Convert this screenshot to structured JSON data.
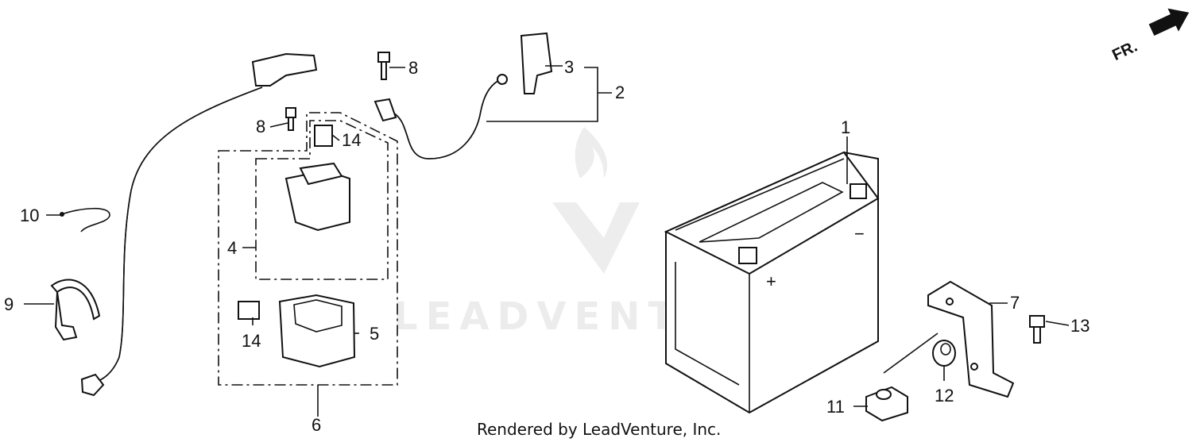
{
  "watermark": {
    "text": "LEADVENTURE"
  },
  "footer": {
    "text": "Rendered by LeadVenture, Inc."
  },
  "direction_marker": {
    "text": "FR."
  },
  "callouts": {
    "c1": "1",
    "c2": "2",
    "c3": "3",
    "c4": "4",
    "c5": "5",
    "c6": "6",
    "c7": "7",
    "c8a": "8",
    "c8b": "8",
    "c9": "9",
    "c10": "10",
    "c11": "11",
    "c12": "12",
    "c13": "13",
    "c14a": "14",
    "c14b": "14"
  },
  "terminals": {
    "positive": "+",
    "negative": "−"
  }
}
